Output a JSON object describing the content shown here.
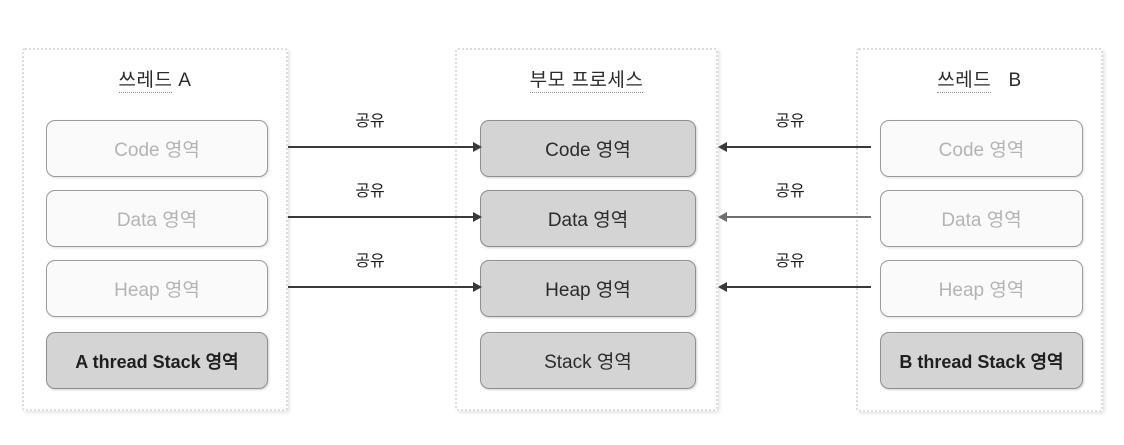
{
  "diagram": {
    "title_accent": "#2b2b2b",
    "segment_fill_owned": "#d4d4d4",
    "segment_fill_ghost": "#fafafa",
    "arrow_color": "#3a3a3a"
  },
  "panels": {
    "thread_a": {
      "title_main": "쓰레드",
      "title_suffix": "A",
      "segments": [
        {
          "label": "Code 영역",
          "style": "ghost"
        },
        {
          "label": "Data 영역",
          "style": "ghost"
        },
        {
          "label": "Heap 영역",
          "style": "ghost"
        },
        {
          "label": "A thread Stack 영역",
          "style": "owned"
        }
      ]
    },
    "parent_process": {
      "title_main": "부모 프로세스",
      "title_suffix": "",
      "segments": [
        {
          "label": "Code 영역",
          "style": "owned"
        },
        {
          "label": "Data 영역",
          "style": "owned"
        },
        {
          "label": "Heap 영역",
          "style": "owned"
        },
        {
          "label": "Stack 영역",
          "style": "owned"
        }
      ]
    },
    "thread_b": {
      "title_main": "쓰레드",
      "title_suffix": "B",
      "segments": [
        {
          "label": "Code 영역",
          "style": "ghost"
        },
        {
          "label": "Data 영역",
          "style": "ghost"
        },
        {
          "label": "Heap 영역",
          "style": "ghost"
        },
        {
          "label": "B thread Stack 영역",
          "style": "owned"
        }
      ]
    }
  },
  "arrows": {
    "left_side": [
      {
        "label": "공유",
        "from": "thread-a-code",
        "to": "parent-code",
        "direction": "right"
      },
      {
        "label": "공유",
        "from": "thread-a-data",
        "to": "parent-data",
        "direction": "right"
      },
      {
        "label": "공유",
        "from": "thread-a-heap",
        "to": "parent-heap",
        "direction": "right"
      }
    ],
    "right_side": [
      {
        "label": "공유",
        "from": "thread-b-code",
        "to": "parent-code",
        "direction": "left"
      },
      {
        "label": "공유",
        "from": "thread-b-data",
        "to": "parent-data",
        "direction": "left"
      },
      {
        "label": "공유",
        "from": "thread-b-heap",
        "to": "parent-heap",
        "direction": "left"
      }
    ]
  }
}
